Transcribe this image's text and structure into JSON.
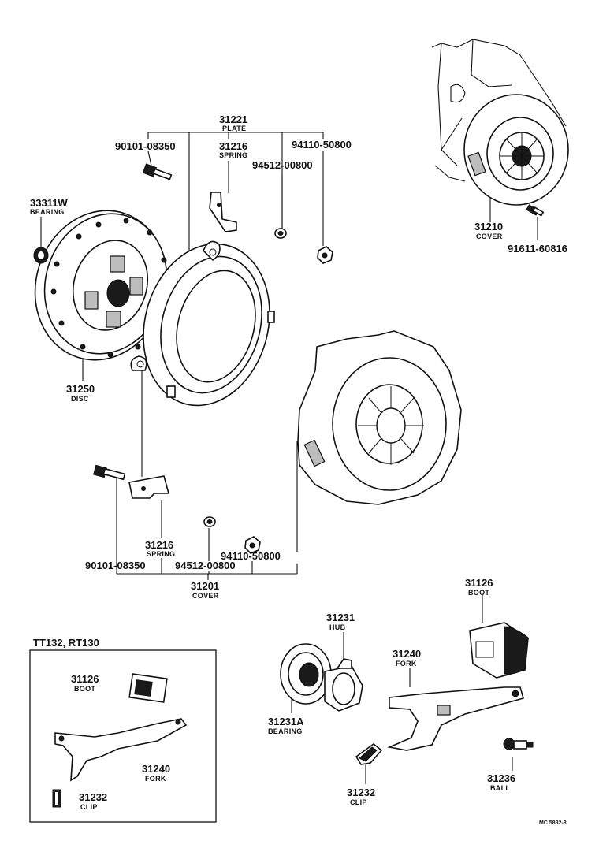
{
  "labels": {
    "plate": {
      "number": "31221",
      "name": "PLATE"
    },
    "bolt_top": {
      "number": "90101-08350"
    },
    "spring_top": {
      "number": "31216",
      "name": "SPRING"
    },
    "washer_top": {
      "number": "94512-00800"
    },
    "nut_top": {
      "number": "94110-50800"
    },
    "bearing_pilot": {
      "number": "33311W",
      "name": "BEARING"
    },
    "disc": {
      "number": "31250",
      "name": "DISC"
    },
    "cover_engine": {
      "number": "31210",
      "name": "COVER"
    },
    "bolt_cover": {
      "number": "91611-60816"
    },
    "spring_bottom": {
      "number": "31216",
      "name": "SPRING"
    },
    "bolt_bottom": {
      "number": "90101-08350"
    },
    "washer_bottom": {
      "number": "94512-00800"
    },
    "nut_bottom": {
      "number": "94110-50800"
    },
    "cover": {
      "number": "31201",
      "name": "COVER"
    },
    "inset_title": "TT132, RT130",
    "boot_inset": {
      "number": "31126",
      "name": "BOOT"
    },
    "fork_inset": {
      "number": "31240",
      "name": "FORK"
    },
    "clip_inset": {
      "number": "31232",
      "name": "CLIP"
    },
    "boot": {
      "number": "31126",
      "name": "BOOT"
    },
    "hub": {
      "number": "31231",
      "name": "HUB"
    },
    "fork": {
      "number": "31240",
      "name": "FORK"
    },
    "release_bearing": {
      "number": "31231A",
      "name": "BEARING"
    },
    "clip": {
      "number": "31232",
      "name": "CLIP"
    },
    "ball": {
      "number": "31236",
      "name": "BALL"
    },
    "figure_code": "MC 5882-8"
  },
  "colors": {
    "ink": "#111111",
    "paper": "#ffffff",
    "shade": "#bdbdbd"
  }
}
